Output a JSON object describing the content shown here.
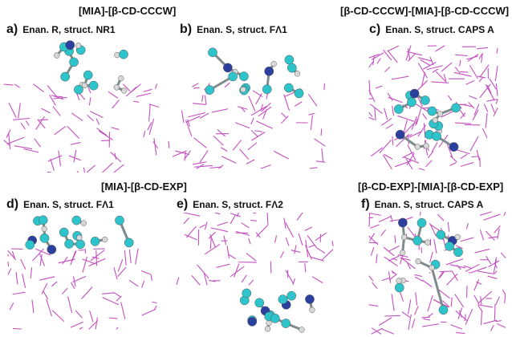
{
  "group_titles": {
    "top_left": "[MIA]-[β-CD-CCCW]",
    "top_right": "[β-CD-CCCW]-[MIA]-[β-CD-CCCW]",
    "bottom_left": "[MIA]-[β-CD-EXP]",
    "bottom_right": "[β-CD-EXP]-[MIA]-[β-CD-EXP]"
  },
  "panels": [
    {
      "letter": "a)",
      "caption": "Enan. R, struct. NR1"
    },
    {
      "letter": "b)",
      "caption": "Enan. S, struct. FΛ1"
    },
    {
      "letter": "c)",
      "caption": "Enan. S, struct. CAPS A"
    },
    {
      "letter": "d)",
      "caption": "Enan. S, struct. FΛ1"
    },
    {
      "letter": "e)",
      "caption": "Enan. S, struct. FΛ2"
    },
    {
      "letter": "f)",
      "caption": "Enan. S, struct. CAPS A"
    }
  ],
  "colors": {
    "cyclodextrin": "#c44fc0",
    "carbon": "#2ec4cc",
    "nitrogen": "#2b3f9e",
    "hydrogen": "#d8d8d8",
    "text": "#111111"
  }
}
